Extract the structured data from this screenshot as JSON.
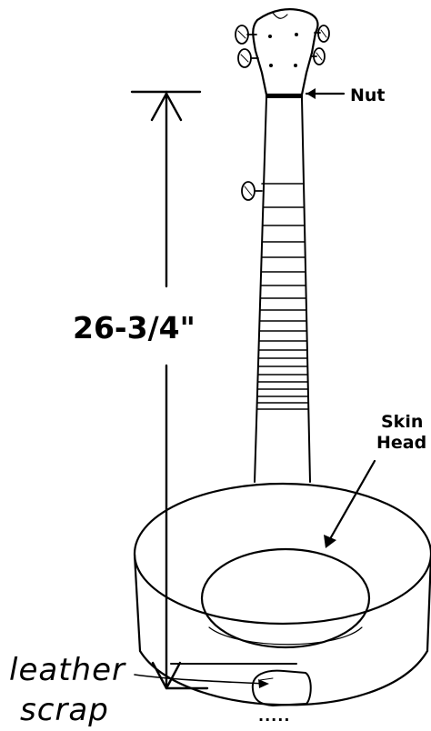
{
  "diagram": {
    "title": "",
    "labels": {
      "nut": "Nut",
      "skin_head_line1": "Skin",
      "skin_head_line2": "Head",
      "measurement": "26-3/4\"",
      "leather_line1": "leather",
      "leather_line2": "scrap",
      "dots": "....."
    },
    "parts": [
      "headstock",
      "tuning-pegs",
      "nut",
      "neck",
      "fret-markings",
      "fifth-string-peg",
      "pot-rim",
      "skin-head",
      "leather-scrap"
    ],
    "colors": {
      "ink": "#000000",
      "background": "#ffffff"
    }
  }
}
